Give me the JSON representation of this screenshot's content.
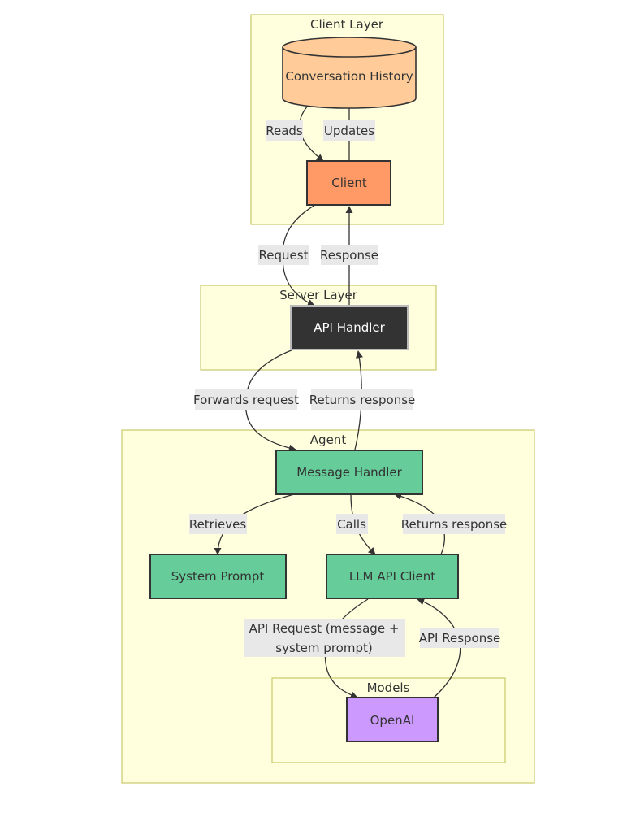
{
  "clusters": {
    "client_layer": "Client Layer",
    "server_layer": "Server Layer",
    "agent": "Agent",
    "models": "Models"
  },
  "nodes": {
    "conversation_history": "Conversation History",
    "client": "Client",
    "api_handler": "API Handler",
    "message_handler": "Message Handler",
    "system_prompt": "System Prompt",
    "llm_api_client": "LLM API Client",
    "openai": "OpenAI"
  },
  "edges": {
    "reads": "Reads",
    "updates": "Updates",
    "request": "Request",
    "response": "Response",
    "forwards_request": "Forwards request",
    "returns_response_1": "Returns response",
    "retrieves": "Retrieves",
    "calls": "Calls",
    "returns_response_2": "Returns response",
    "api_request_line1": "API Request (message +",
    "api_request_line2": "system prompt)",
    "api_response": "API Response"
  },
  "colors": {
    "cluster_fill": "#ffffde",
    "cluster_border": "#c8c86a",
    "conversation_history": "#ffcc99",
    "client": "#ff9966",
    "api_handler": "#333333",
    "agent_nodes": "#66cc99",
    "openai": "#cc99ff",
    "edge_label_bg": "#e8e8e8"
  }
}
